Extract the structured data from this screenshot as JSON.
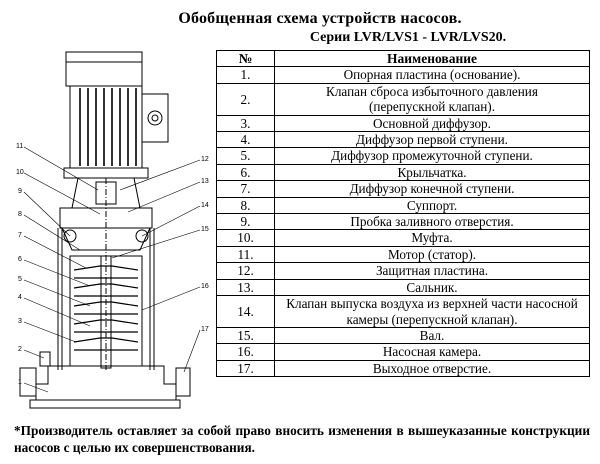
{
  "title": "Обобщенная схема устройств насосов.",
  "subtitle": "Серии LVR/LVS1 - LVR/LVS20.",
  "table": {
    "headers": [
      "№",
      "Наименование"
    ],
    "rows": [
      {
        "num": "1.",
        "name": "Опорная пластина (основание)."
      },
      {
        "num": "2.",
        "name": "Клапан сброса избыточного давления (перепускной клапан)."
      },
      {
        "num": "3.",
        "name": "Основной диффузор."
      },
      {
        "num": "4.",
        "name": "Диффузор первой ступени."
      },
      {
        "num": "5.",
        "name": "Диффузор промежуточной ступени."
      },
      {
        "num": "6.",
        "name": "Крыльчатка."
      },
      {
        "num": "7.",
        "name": "Диффузор конечной ступени."
      },
      {
        "num": "8.",
        "name": "Суппорт."
      },
      {
        "num": "9.",
        "name": "Пробка заливного отверстия."
      },
      {
        "num": "10.",
        "name": "Муфта."
      },
      {
        "num": "11.",
        "name": "Мотор (статор)."
      },
      {
        "num": "12.",
        "name": "Защитная пластина."
      },
      {
        "num": "13.",
        "name": "Сальник."
      },
      {
        "num": "14.",
        "name": "Клапан выпуска воздуха из верхней части насосной камеры (перепускной клапан)."
      },
      {
        "num": "15.",
        "name": "Вал."
      },
      {
        "num": "16.",
        "name": "Насосная камера."
      },
      {
        "num": "17.",
        "name": "Выходное отверстие."
      }
    ]
  },
  "footnote": "*Производитель оставляет за собой право вносить изменения в вышеуказанные конструкции насосов с целью их совершенствования.",
  "callouts": {
    "left": [
      "11",
      "10",
      "9",
      "8",
      "7",
      "6",
      "5",
      "4",
      "3",
      "2",
      "1"
    ],
    "right": [
      "12",
      "13",
      "14",
      "15",
      "16",
      "17"
    ]
  }
}
